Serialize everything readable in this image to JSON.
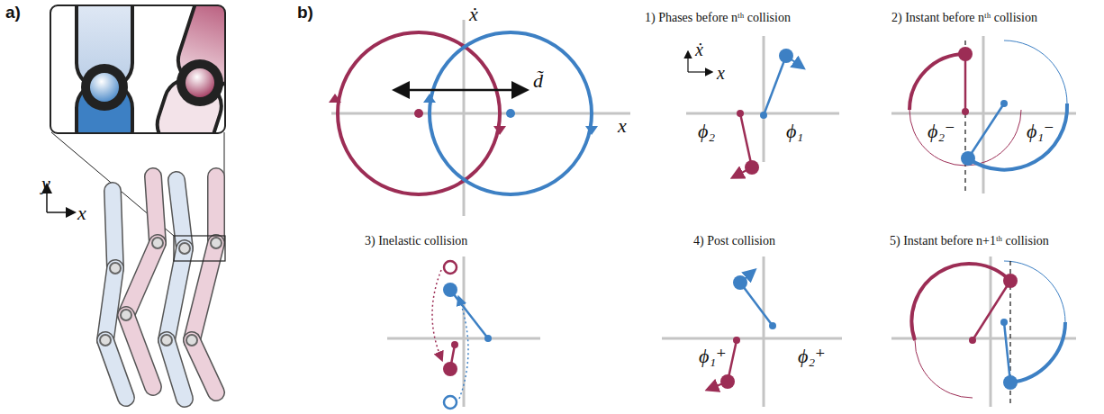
{
  "diagram": {
    "labels": [
      "a)",
      "y",
      "x",
      "b)",
      "ẋ",
      "d̃",
      "x",
      "1) Phases before nᵗʰ collision",
      "ẋ",
      "x",
      "ϕ₂",
      "ϕ₁",
      "2) Instant before nᵗʰ collision",
      "ϕ₂⁻",
      "ϕ₁⁻",
      "3) Inelastic collision",
      "4) Post collision",
      "ϕ₁⁺",
      "ϕ₂⁺",
      "5) Instant before n+1ᵗʰ collision"
    ]
  }
}
